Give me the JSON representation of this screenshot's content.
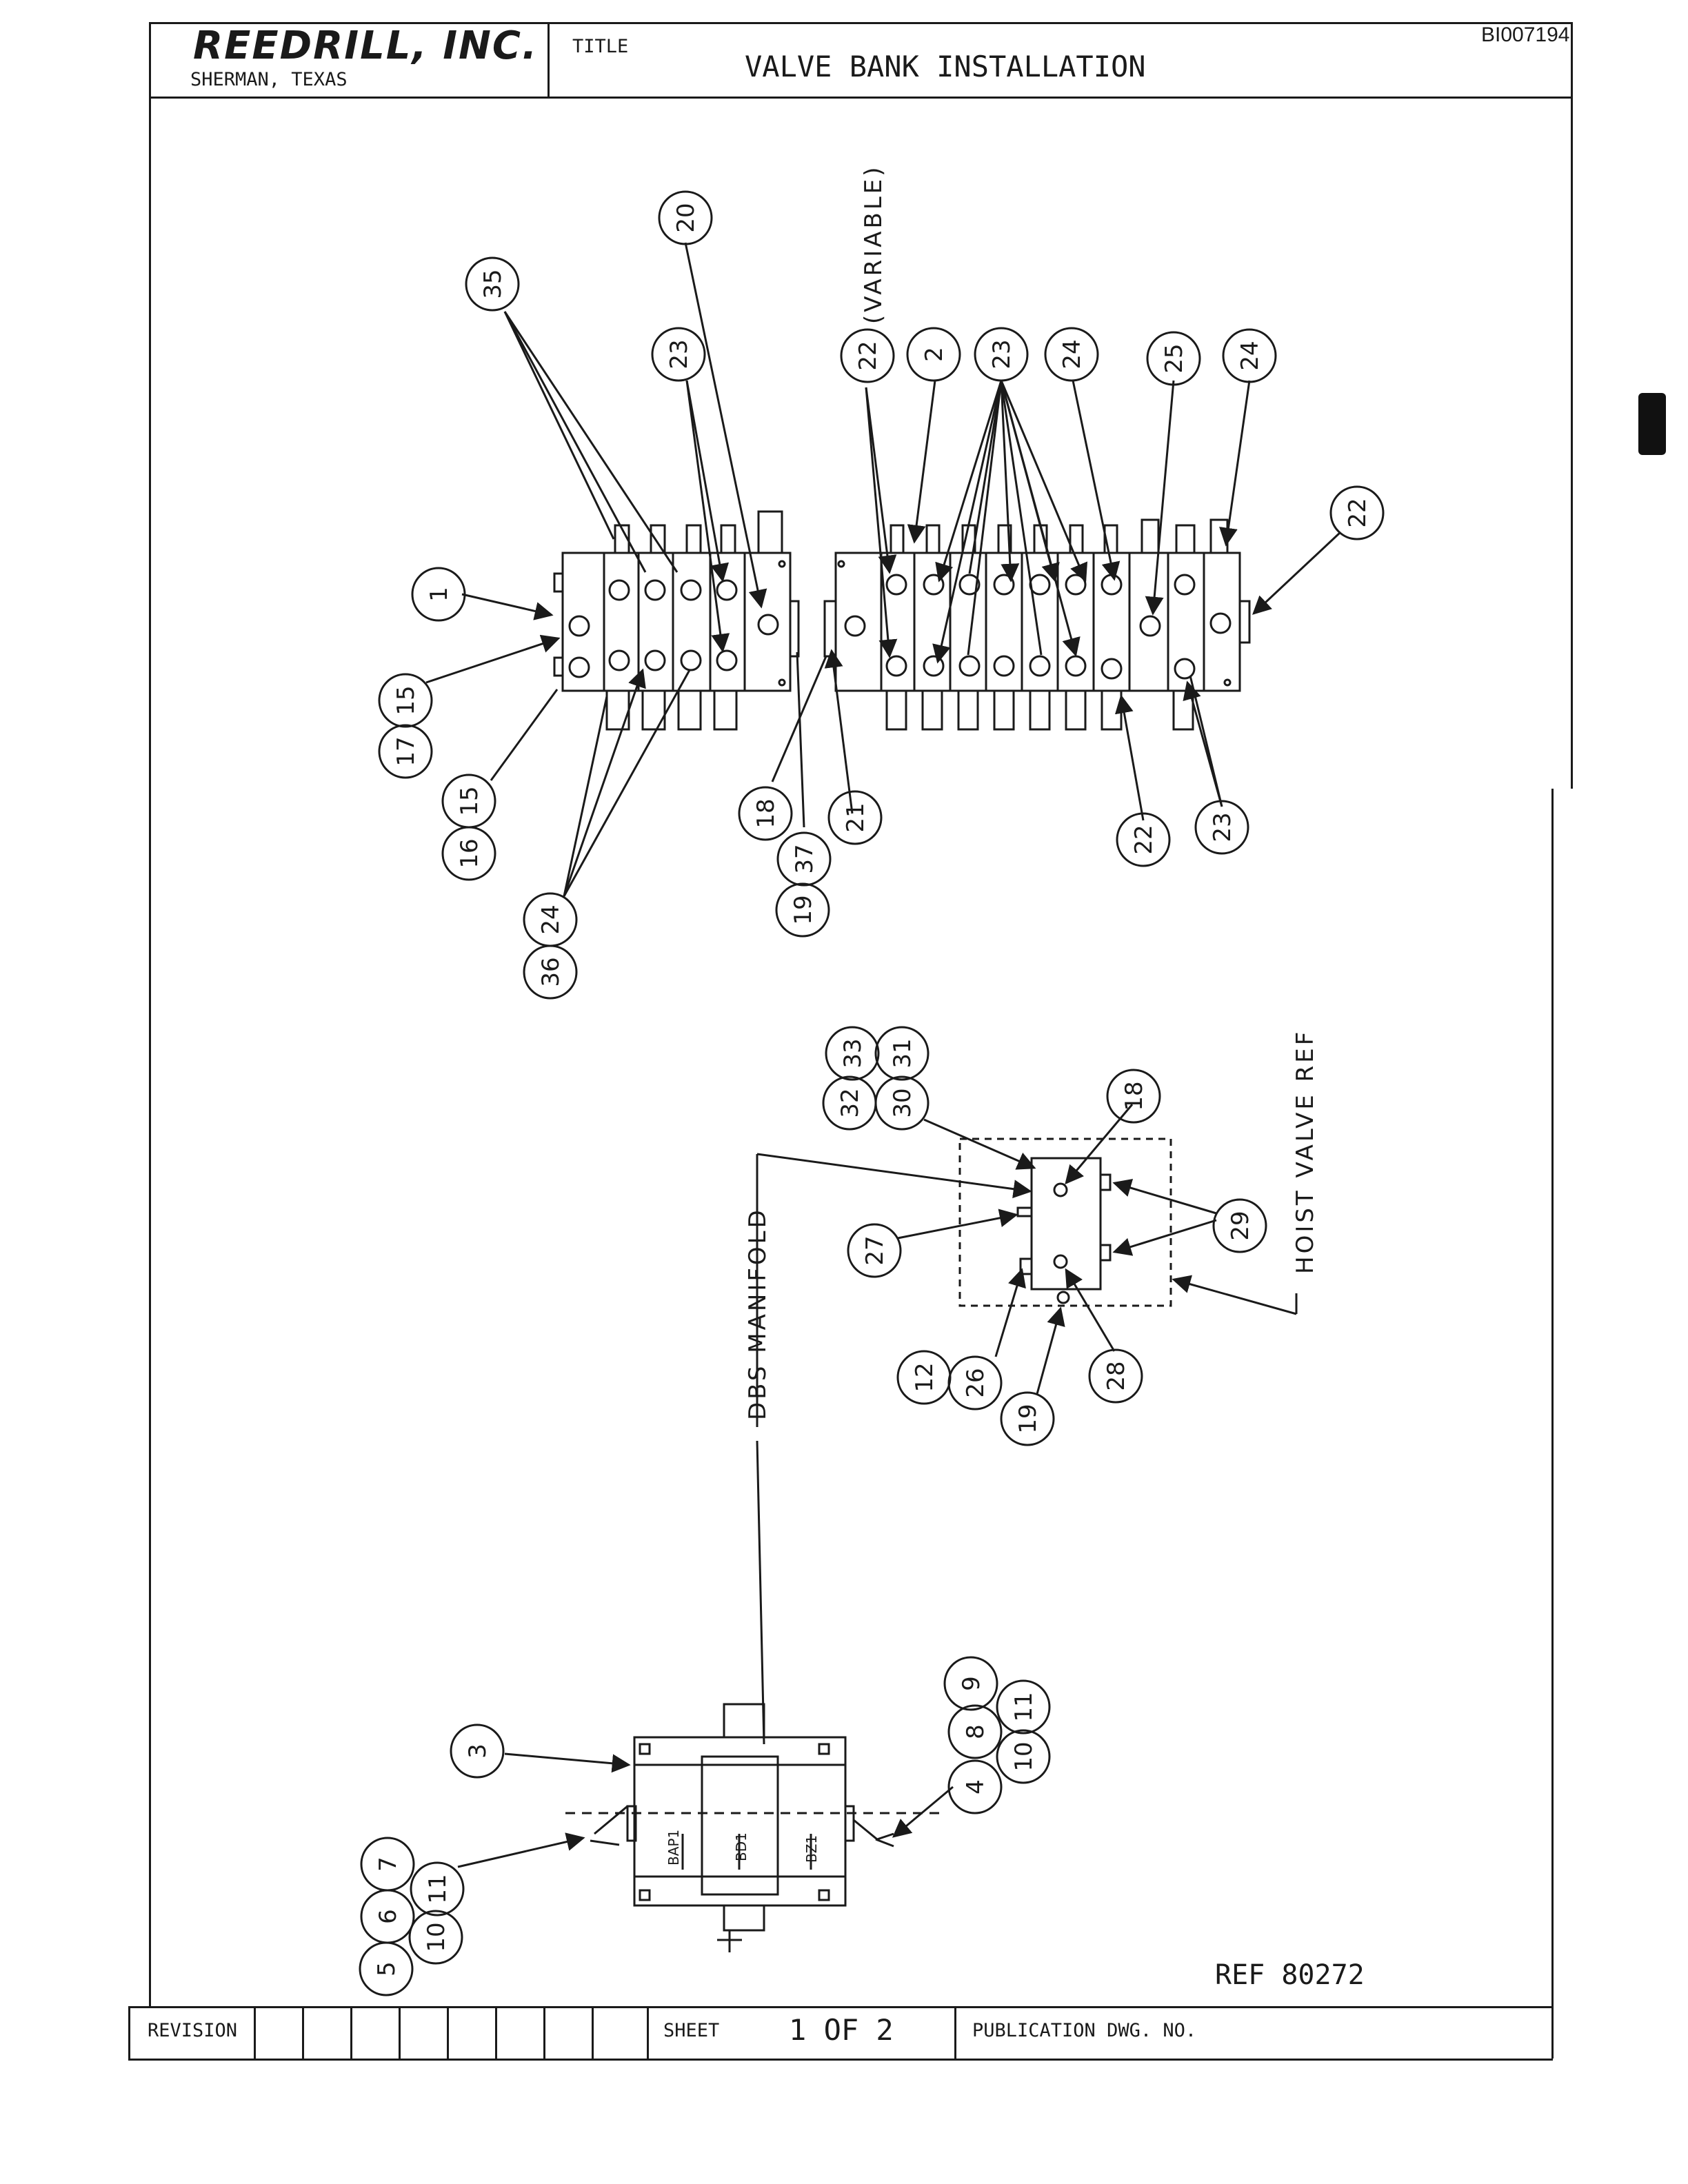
{
  "header": {
    "company": "REEDRILL, INC.",
    "location": "SHERMAN, TEXAS",
    "title_label": "TITLE",
    "title": "VALVE BANK INSTALLATION",
    "doc_id": "BI007194"
  },
  "footer": {
    "revision_label": "REVISION",
    "sheet_label": "SHEET",
    "sheet_value": "1 OF 2",
    "publication_label": "PUBLICATION DWG. NO."
  },
  "reference": "REF 80272",
  "notes": {
    "variable": "(VARIABLE)",
    "dbs_manifold": "DBS MANIFOLD",
    "hoist_valve_ref": "HOIST VALVE REF"
  },
  "module_labels": [
    "BAP1",
    "BD1",
    "BZ1"
  ],
  "callouts": [
    "35",
    "20",
    "23",
    "22",
    "2",
    "23",
    "24",
    "25",
    "24",
    "22",
    "1",
    "15",
    "17",
    "15",
    "16",
    "24",
    "36",
    "18",
    "37",
    "19",
    "21",
    "22",
    "23",
    "33",
    "31",
    "32",
    "30",
    "18",
    "27",
    "29",
    "12",
    "26",
    "28",
    "19",
    "3",
    "9",
    "8",
    "11",
    "4",
    "10",
    "7",
    "6",
    "11",
    "5",
    "10"
  ]
}
